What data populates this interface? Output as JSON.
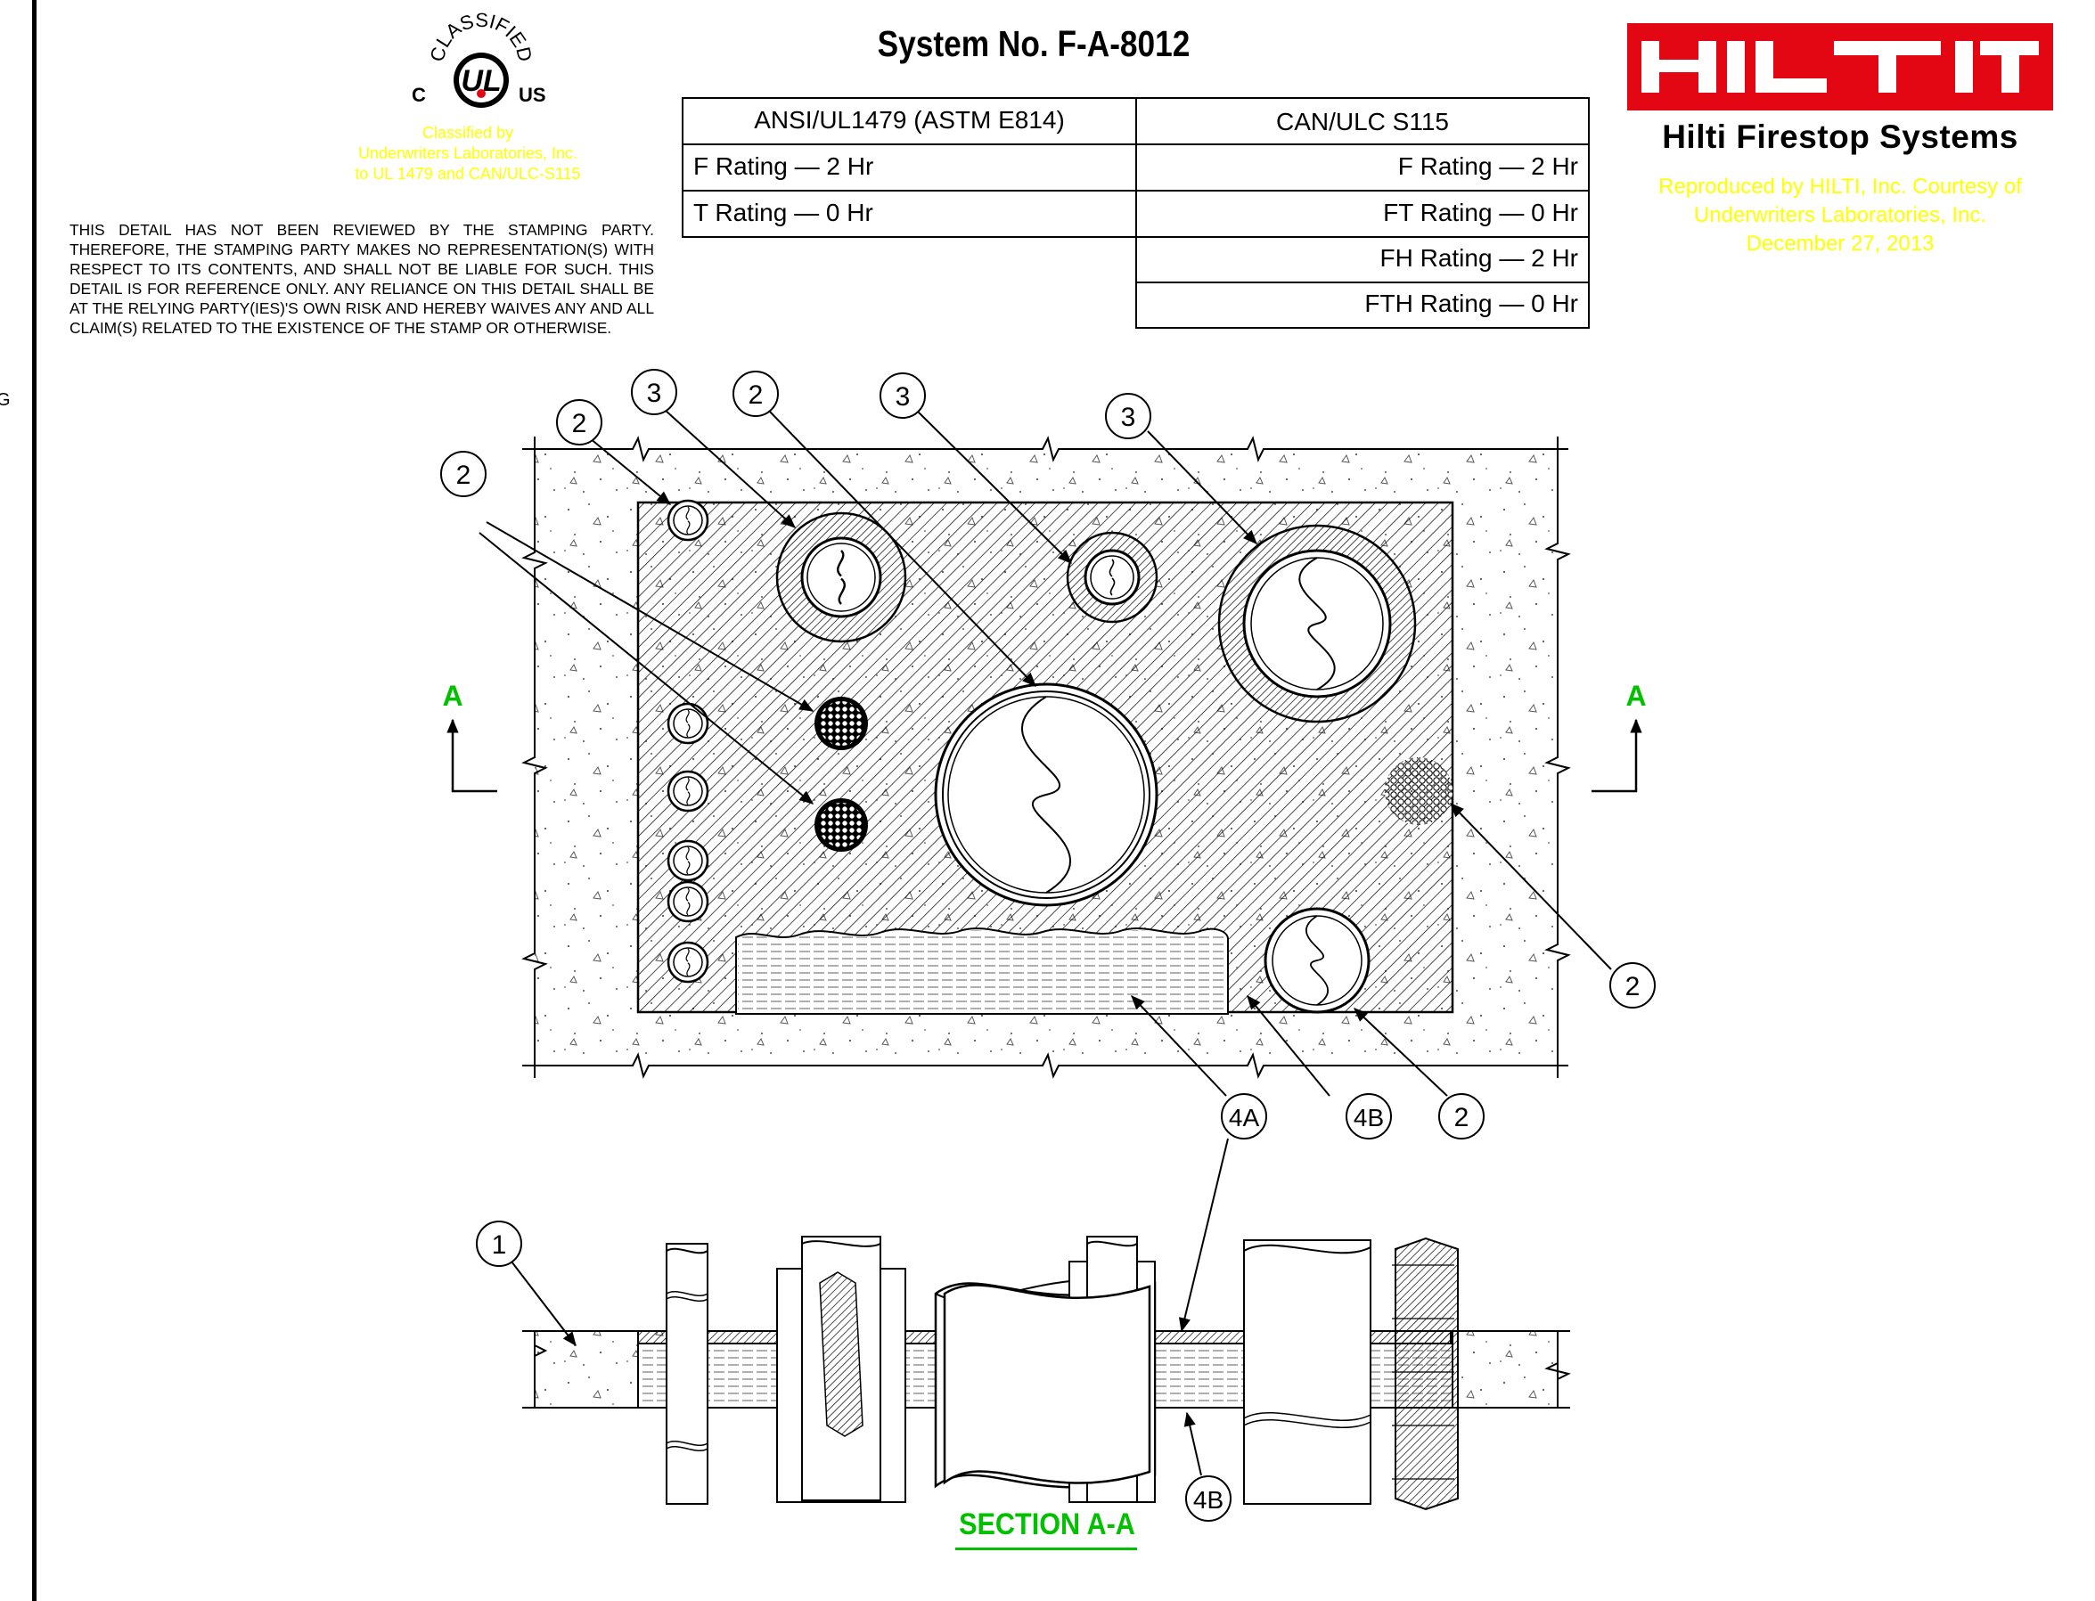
{
  "title": "System No. F-A-8012",
  "ul_mark": {
    "classified": "CLASSIFIED",
    "c": "C",
    "us": "US",
    "ul": "UL",
    "text": [
      "Classified by",
      "Underwriters Laboratories, Inc.",
      "to UL 1479 and CAN/ULC-S115"
    ]
  },
  "disclaimer": "THIS DETAIL HAS NOT BEEN REVIEWED BY THE STAMPING PARTY. THEREFORE, THE STAMPING PARTY MAKES NO REPRESENTATION(S) WITH RESPECT TO ITS CONTENTS, AND SHALL NOT BE LIABLE FOR SUCH. THIS DETAIL IS FOR REFERENCE ONLY. ANY RELIANCE ON THIS DETAIL SHALL BE AT THE RELYING PARTY(IES)'S OWN RISK AND HEREBY WAIVES ANY AND ALL CLAIM(S) RELATED TO THE EXISTENCE OF THE STAMP OR OTHERWISE.",
  "left_edge_mark": "G",
  "ratings_table": {
    "headers": [
      "ANSI/UL1479 (ASTM E814)",
      "CAN/ULC S115"
    ],
    "left": [
      "F Rating — 2 Hr",
      "T Rating — 0 Hr"
    ],
    "right": [
      "F Rating — 2 Hr",
      "FT Rating — 0 Hr",
      "FH Rating — 2 Hr",
      "FTH Rating — 0 Hr"
    ]
  },
  "hilti": {
    "logo": "HILTI",
    "subtitle": "Hilti Firestop Systems",
    "reproduced": [
      "Reproduced by HILTI, Inc. Courtesy of",
      "Underwriters Laboratories, Inc.",
      "December 27, 2013"
    ]
  },
  "callouts": {
    "c1": "1",
    "c2": "2",
    "c3": "3",
    "c4a": "4A",
    "c4b": "4B"
  },
  "section_marker": "A",
  "section_title": "SECTION A-A",
  "colors": {
    "annotation_yellow": "#ffff00",
    "section_green": "#00c000",
    "hilti_red": "#e30613"
  }
}
